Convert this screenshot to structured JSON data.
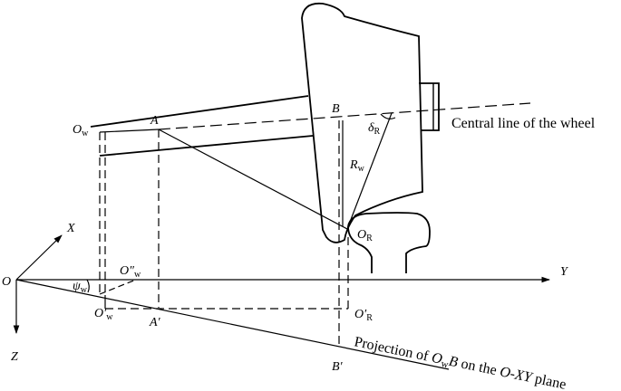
{
  "labels": {
    "O": "O",
    "X": "X",
    "Y": "Y",
    "Z": "Z",
    "Ow": "O",
    "Ow_sub": "w",
    "A": "A",
    "B": "B",
    "delta": "δ",
    "delta_sub": "R",
    "Rw": "R",
    "Rw_sub": "w",
    "OR": "O",
    "OR_sub": "R",
    "Ow2": "O″",
    "Ow2_sub": "w",
    "psi": "ψ",
    "psi_sub": "w",
    "Ow1": "O′",
    "Ow1_sub": "w",
    "A1": "A′",
    "OR1": "O′",
    "OR1_sub": "R",
    "B1": "B′"
  },
  "annotations": {
    "central_line": "Central line of the wheel",
    "projection_1": "Projection of ",
    "projection_O": "O",
    "projection_w": "w",
    "projection_B": "B",
    "projection_2": " on the ",
    "projection_plane": "O-XY",
    "projection_3": " plane"
  },
  "colors": {
    "stroke": "#000000",
    "background": "#ffffff"
  }
}
